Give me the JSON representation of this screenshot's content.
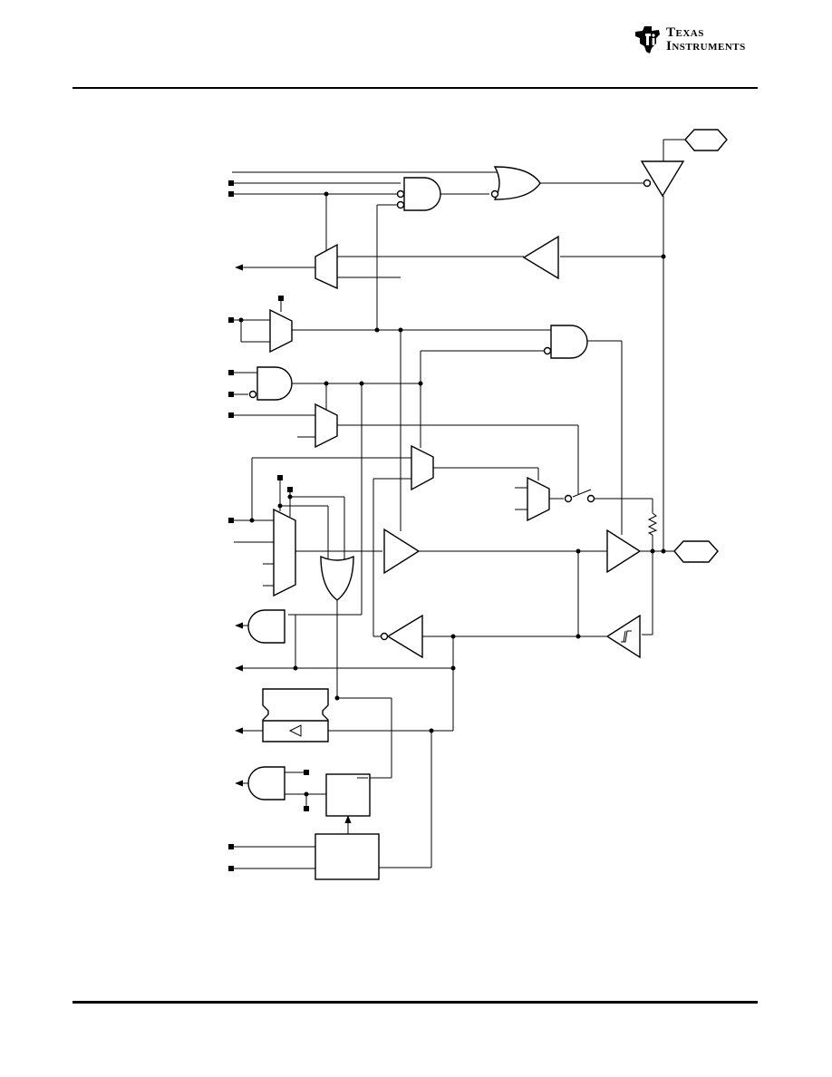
{
  "header": {
    "logo": {
      "word_1": "Texas",
      "word_2": "Instruments",
      "icon": "ti-state-logo-icon",
      "color": "#000000"
    }
  },
  "diagram": {
    "type": "gpio-port-pin-schematic",
    "line_color": "#000000",
    "background": "#ffffff",
    "components": [
      "output-or-gate",
      "output-and-gate",
      "output-tristate-buffer",
      "input-buffer-upper",
      "input-mux-upper",
      "select-mux-1",
      "and-gate-2",
      "mux-2",
      "mux-3",
      "mux-4",
      "large-mux",
      "or-gate-2",
      "output-buffer-main",
      "pin-driver-buffer",
      "pull-resistor",
      "pullup-switch",
      "schmitt-input-buffer",
      "input-buffer-lower",
      "and-gate-out-1",
      "latch-block",
      "and-gate-out-2",
      "edge-detect-block",
      "control-block"
    ],
    "ports": [
      "pad-upper",
      "pad-main"
    ]
  }
}
